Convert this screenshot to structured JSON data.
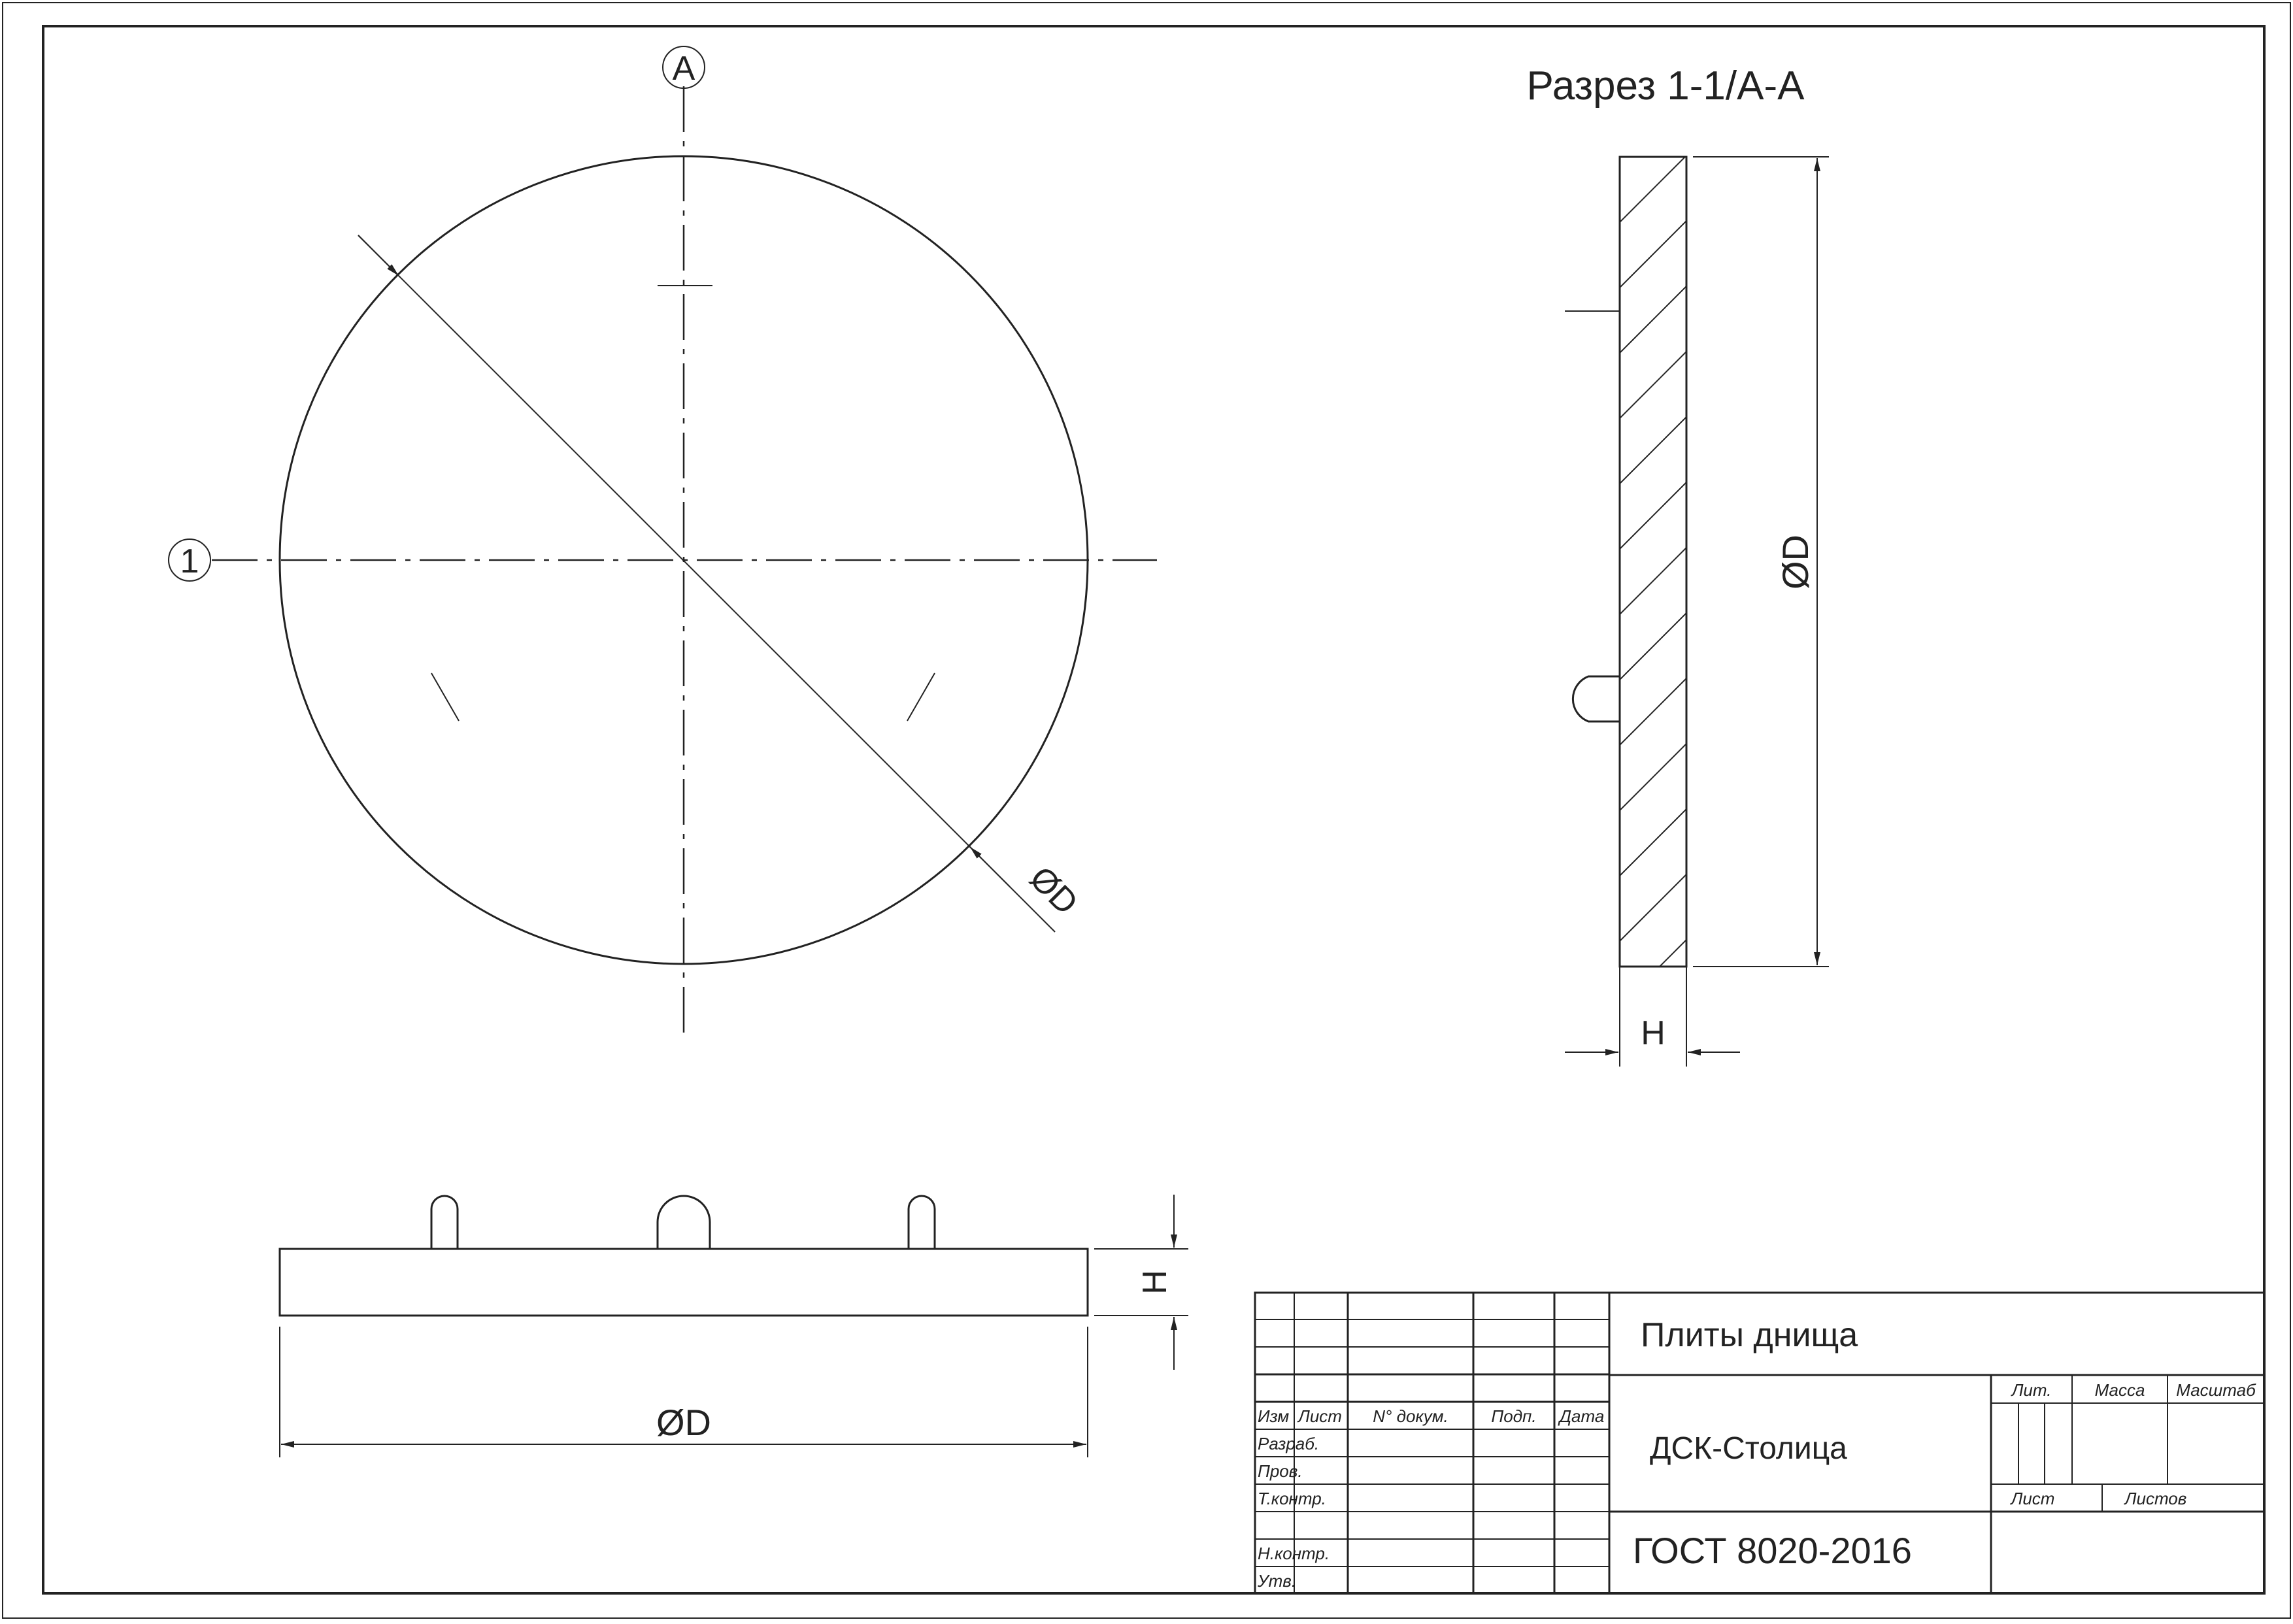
{
  "labels": {
    "section_title": "Разрез 1-1/А-А",
    "axis_a": "А",
    "axis_1": "1",
    "dim_d": "ØD",
    "dim_h": "Н"
  },
  "title_block": {
    "product_name": "Плиты днища",
    "company": "ДСК-Столица",
    "standard": "ГОСТ 8020-2016",
    "header": {
      "izm": "Изм",
      "list": "Лист",
      "doc_no": "N° докум.",
      "podp": "Подп.",
      "data": "Дата"
    },
    "roles": {
      "razrab": "Разраб.",
      "prov": "Пров.",
      "t_kontr": "Т.контр.",
      "n_kontr": "Н.контр.",
      "utv": "Утв."
    },
    "meta": {
      "lit": "Лит.",
      "massa": "Масса",
      "masshtab": "Масштаб",
      "list": "Лист",
      "listov": "Листов"
    }
  }
}
